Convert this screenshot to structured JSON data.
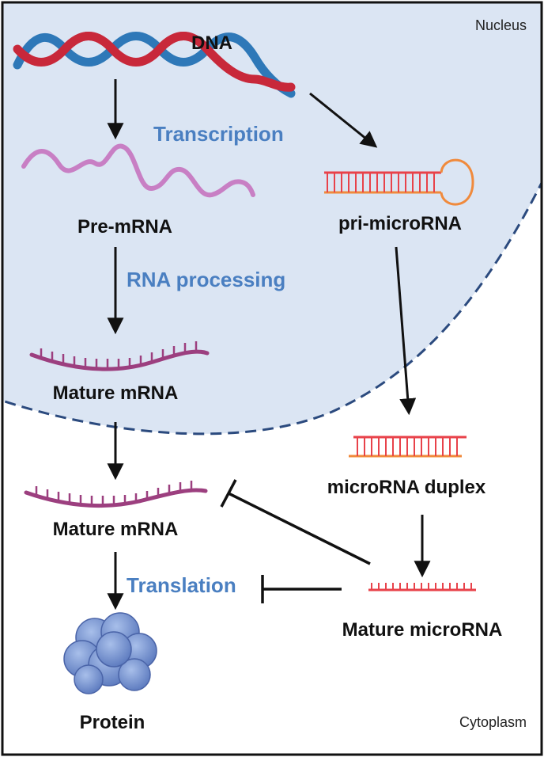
{
  "labels": {
    "nucleus": "Nucleus",
    "cytoplasm": "Cytoplasm",
    "dna": "DNA",
    "transcription": "Transcription",
    "pre_mrna": "Pre-mRNA",
    "rna_processing": "RNA processing",
    "mature_mrna_nucleus": "Mature mRNA",
    "mature_mrna_cytoplasm": "Mature mRNA",
    "pri_microrna": "pri-microRNA",
    "microrna_duplex": "microRNA duplex",
    "mature_microrna": "Mature microRNA",
    "translation": "Translation",
    "protein": "Protein"
  },
  "colors": {
    "nucleus_fill": "#dbe5f3",
    "membrane": "#2b4a7e",
    "process_text": "#4a7fc1",
    "dna_red": "#c8283a",
    "dna_blue": "#2e78b8",
    "pre_mrna": "#c87fc4",
    "mature_mrna": "#9c3f7f",
    "microrna": "#e8424a",
    "microrna_orange": "#f08a3c",
    "protein": "#7d9ad6"
  }
}
